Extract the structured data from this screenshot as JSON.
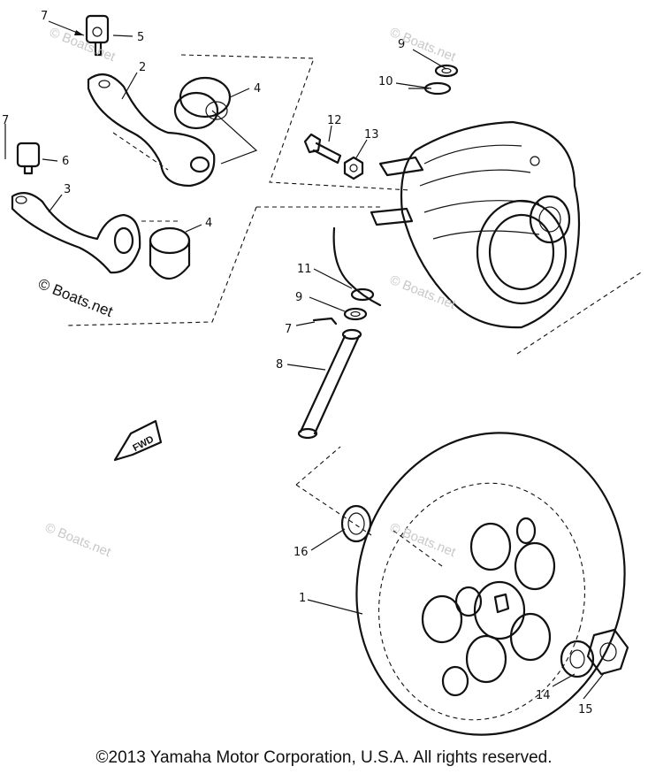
{
  "callouts": [
    "7",
    "5",
    "2",
    "4",
    "7",
    "6",
    "3",
    "4",
    "9",
    "10",
    "12",
    "13",
    "11",
    "9",
    "7",
    "8",
    "16",
    "1",
    "14",
    "15"
  ],
  "watermark": "© Boats.net",
  "fwd_label": "FWD",
  "copyright": "©2013 Yamaha Motor Corporation, U.S.A. All rights reserved."
}
